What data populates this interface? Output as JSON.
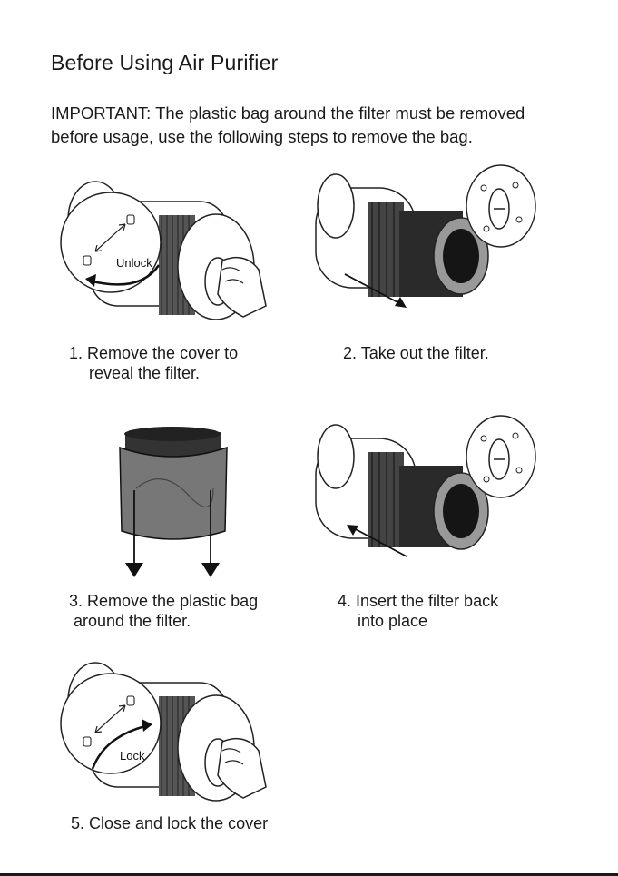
{
  "page": {
    "title": "Before Using Air Purifier",
    "intro_line1": "IMPORTANT: The plastic bag around the filter must be removed",
    "intro_line2": "before usage, use the following steps to remove the bag."
  },
  "steps": [
    {
      "line1": "1. Remove the cover to",
      "line2": "reveal the filter.",
      "callout": "Unlock"
    },
    {
      "line1": "2. Take out the filter."
    },
    {
      "line1": "3. Remove the plastic bag",
      "line2": " around the filter."
    },
    {
      "line1": "4. Insert the filter back",
      "line2": "into place"
    },
    {
      "line1": "5. Close and lock the cover",
      "callout": "Lock"
    }
  ]
}
